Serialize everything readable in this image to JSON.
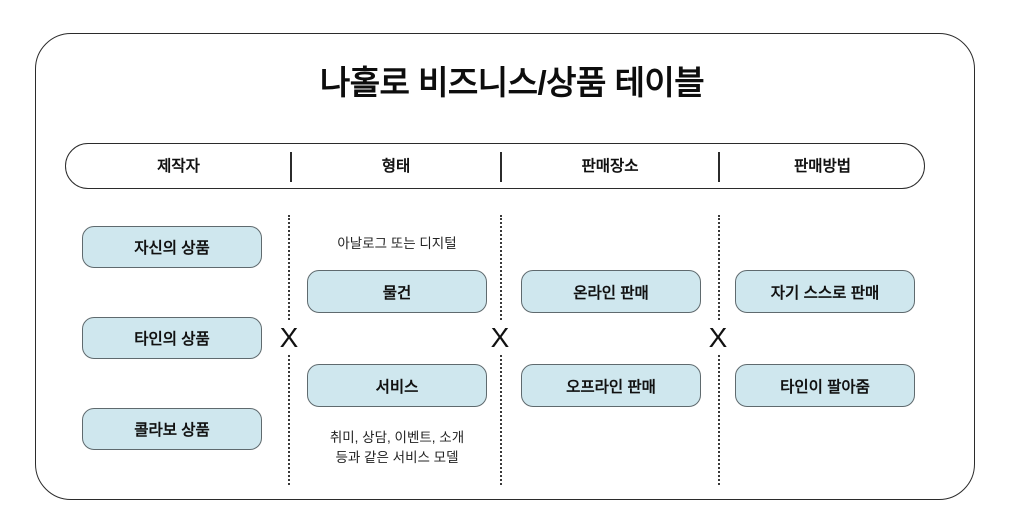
{
  "diagram": {
    "title": "나홀로 비즈니스/상품 테이블",
    "type": "matrix-table",
    "colors": {
      "box_fill": "#cfe7ee",
      "box_border": "#5f6a6e",
      "card_border": "#2b2b2b",
      "text": "#111111",
      "background": "#ffffff"
    },
    "header": {
      "columns": [
        {
          "label": "제작자"
        },
        {
          "label": "형태"
        },
        {
          "label": "판매장소"
        },
        {
          "label": "판매방법"
        }
      ]
    },
    "operators": [
      {
        "symbol": "X"
      },
      {
        "symbol": "X"
      },
      {
        "symbol": "X"
      }
    ],
    "columns": [
      {
        "name": "제작자",
        "caption_top": "",
        "items": [
          {
            "label": "자신의 상품"
          },
          {
            "label": "타인의 상품"
          },
          {
            "label": "콜라보 상품"
          }
        ],
        "caption_bottom": ""
      },
      {
        "name": "형태",
        "caption_top": "아날로그 또는 디지털",
        "items": [
          {
            "label": "물건"
          },
          {
            "label": "서비스"
          }
        ],
        "caption_bottom_line1": "취미, 상담, 이벤트, 소개",
        "caption_bottom_line2": "등과 같은 서비스 모델"
      },
      {
        "name": "판매장소",
        "items": [
          {
            "label": "온라인 판매"
          },
          {
            "label": "오프라인 판매"
          }
        ]
      },
      {
        "name": "판매방법",
        "items": [
          {
            "label": "자기 스스로 판매"
          },
          {
            "label": "타인이 팔아줌"
          }
        ]
      }
    ]
  }
}
